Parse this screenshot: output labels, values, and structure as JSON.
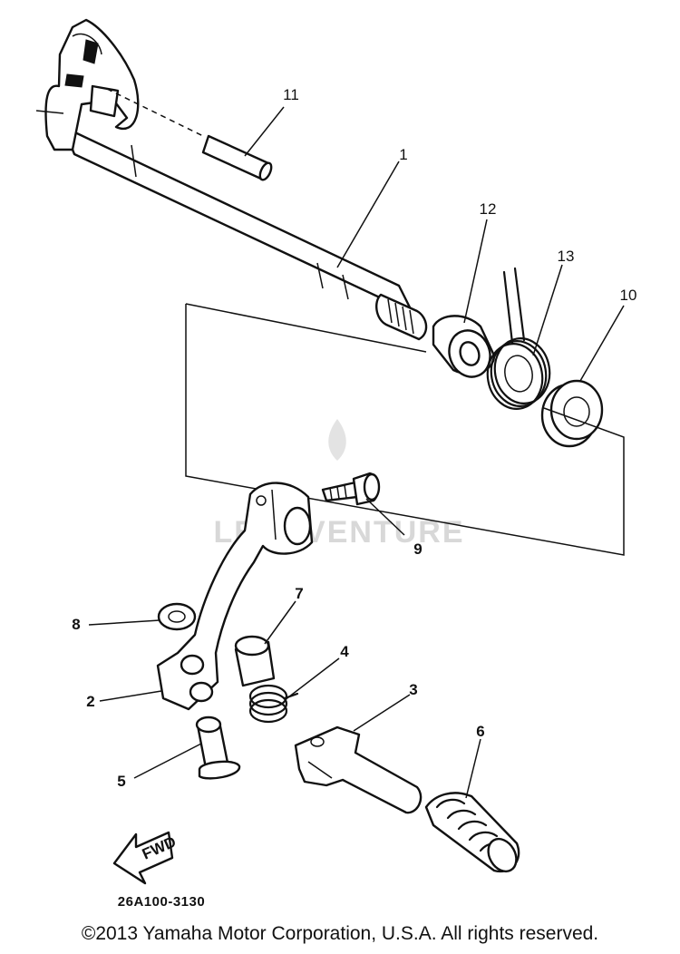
{
  "diagram": {
    "drawing_code": "26A100-3130",
    "copyright": "©2013 Yamaha Motor Corporation, U.S.A. All rights reserved.",
    "watermark": "LEADVENTURE",
    "fwd_label": "FWD",
    "callouts": [
      "1",
      "2",
      "3",
      "4",
      "5",
      "6",
      "7",
      "8",
      "9",
      "10",
      "11",
      "12",
      "13"
    ]
  }
}
